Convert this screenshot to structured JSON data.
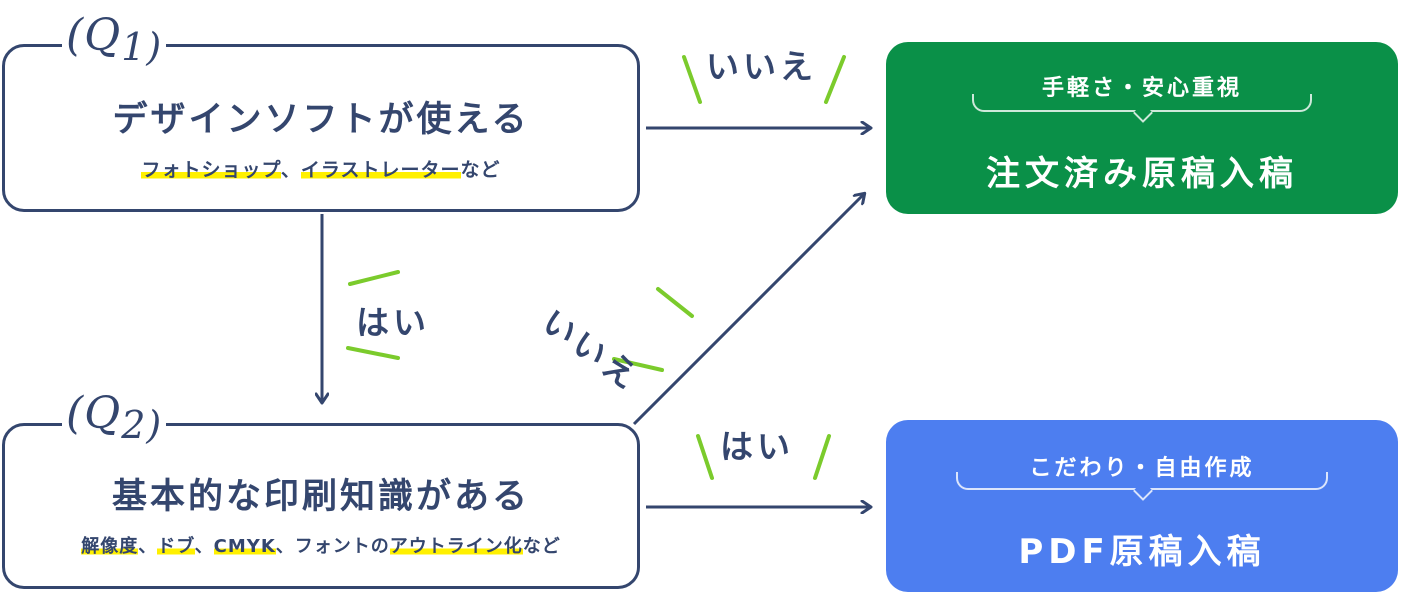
{
  "q1": {
    "label_letter": "(Q",
    "label_num": "1)",
    "title": "デザインソフトが使える",
    "sub": [
      "フォトショップ",
      "、",
      "イラストレーター",
      "など"
    ]
  },
  "q2": {
    "label_letter": "(Q",
    "label_num": "2)",
    "title": "基本的な印刷知識がある",
    "sub": [
      "解像度",
      "、",
      "ドブ",
      "、",
      "CMYK",
      "、フォントの",
      "アウトライン化",
      "など"
    ]
  },
  "results": {
    "order": {
      "tag": "手軽さ・安心重視",
      "title": "注文済み原稿入稿",
      "color": "#0a9048"
    },
    "pdf": {
      "tag": "こだわり・自由作成",
      "title": "PDF原稿入稿",
      "color": "#4d7ef0"
    }
  },
  "edges": {
    "q1_no": "いいえ",
    "q1_yes": "はい",
    "q2_no": "いいえ",
    "q2_yes": "はい"
  },
  "colors": {
    "navy": "#34466e",
    "accent_green": "#7bcb2c",
    "highlight": "#fff000"
  }
}
